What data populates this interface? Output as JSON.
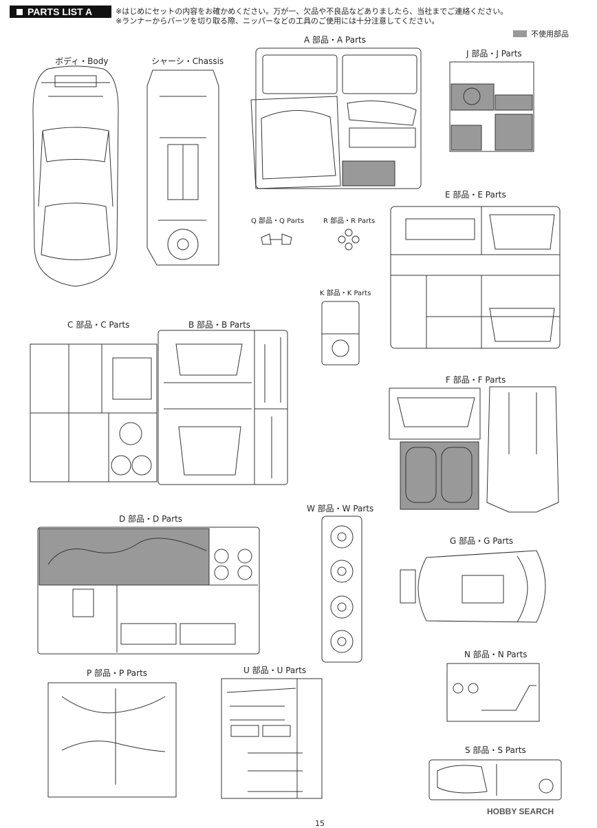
{
  "header": {
    "title": "PARTS LIST  A",
    "notice_1": "※はじめにセットの内容をお確かめください。万が一、欠品や不良品などありましたら、当社までご連絡ください。",
    "notice_2": "※ランナーからパーツを切り取る際、ニッパーなどの工具のご使用には十分注意してください。",
    "legend": "不使用部品",
    "legend_color": "#999999"
  },
  "sections": {
    "body": "ボディ・Body",
    "chassis": "シャーシ・Chassis",
    "a": "A 部品・A Parts",
    "j": "J 部品・J Parts",
    "q": "Q 部品・Q Parts",
    "r": "R 部品・R Parts",
    "e": "E 部品・E Parts",
    "k": "K 部品・K Parts",
    "c": "C 部品・C Parts",
    "b": "B 部品・B Parts",
    "f": "F 部品・F Parts",
    "d": "D 部品・D Parts",
    "w": "W 部品・W Parts",
    "g": "G 部品・G Parts",
    "n": "N 部品・N Parts",
    "p": "P 部品・P Parts",
    "u": "U 部品・U Parts",
    "s": "S 部品・S Parts"
  },
  "page_number": "15",
  "watermark": "HOBBY SEARCH"
}
